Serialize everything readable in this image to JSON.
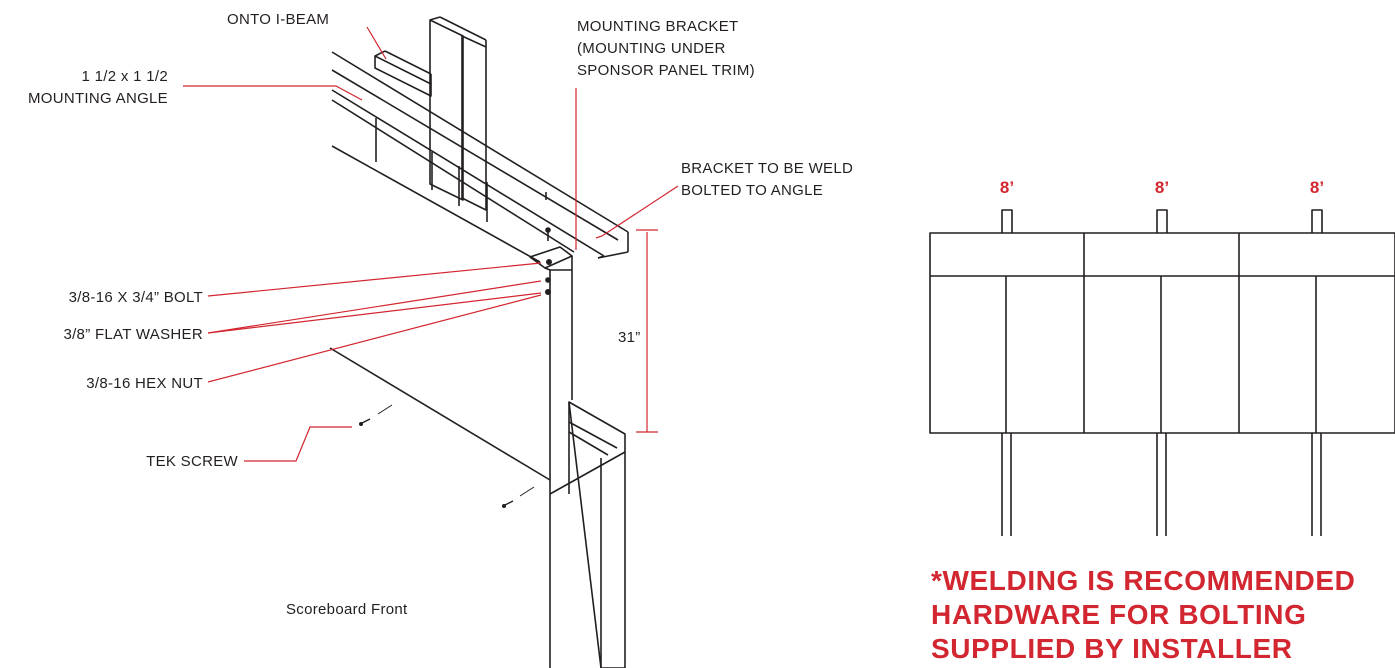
{
  "detail_labels": {
    "onto_i_beam": "ONTO I-BEAM",
    "mounting_angle_line1": "1 1/2 x 1 1/2",
    "mounting_angle_line2": "MOUNTING ANGLE",
    "bracket_line1": "MOUNTING BRACKET",
    "bracket_line2": "(MOUNTING UNDER",
    "bracket_line3": "SPONSOR PANEL TRIM)",
    "weld_line1": "BRACKET TO BE WELD",
    "weld_line2": "BOLTED TO ANGLE",
    "bolt": "3/8-16 X 3/4” BOLT",
    "washer": "3/8” FLAT WASHER",
    "nut": "3/8-16 HEX NUT",
    "tek_screw": "TEK SCREW",
    "height_dimension": "31”",
    "scoreboard_front": "Scoreboard Front"
  },
  "elevation": {
    "spacing_labels": [
      "8’",
      "8’",
      "8’"
    ]
  },
  "note": {
    "line1": "*WELDING IS RECOMMENDED",
    "line2": "HARDWARE FOR BOLTING",
    "line3": "SUPPLIED BY INSTALLER"
  },
  "colors": {
    "accent": "#d22630",
    "ink": "#231f20"
  }
}
